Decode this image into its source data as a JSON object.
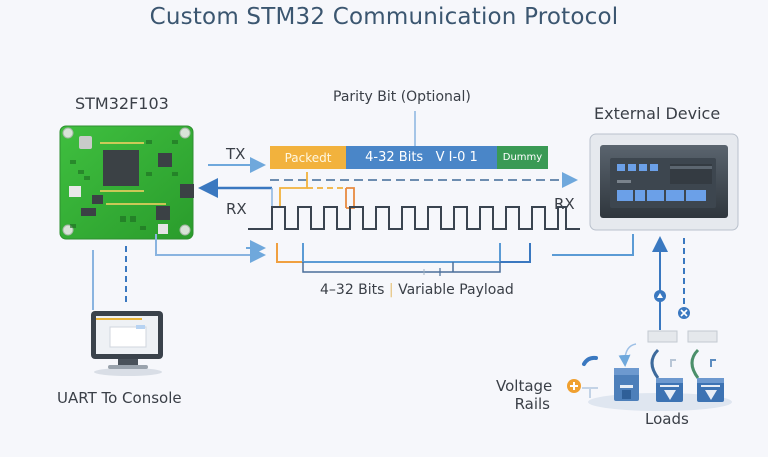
{
  "title": "Custom STM32 Communication Protocol",
  "mcu": {
    "label": "STM32F103"
  },
  "external": {
    "label": "External Device"
  },
  "console": {
    "label": "UART To Console"
  },
  "signals": {
    "tx": "TX",
    "rx_left": "RX",
    "rx_right": "RX"
  },
  "parity": {
    "label": "Parity Bit (Optional)"
  },
  "frame": {
    "segments": [
      {
        "name": "header",
        "label": "Packedt",
        "color": "#f2b23d"
      },
      {
        "name": "payload",
        "label": "4-32 Bits   V I-0 1",
        "color": "#4a86c8"
      },
      {
        "name": "dummy",
        "label": "Dummy",
        "color": "#3a9a55"
      }
    ]
  },
  "payload_note": {
    "bits": "4–32 Bits",
    "sep": "|",
    "desc": "Variable Payload"
  },
  "power": {
    "rails": "Voltage\nRails",
    "rails_line1": "Voltage",
    "rails_line2": "Rails",
    "loads": "Loads"
  },
  "colors": {
    "accent": "#5b9bd5",
    "orange": "#f0a040",
    "green": "#3a9a55",
    "dark": "#3a4450"
  }
}
